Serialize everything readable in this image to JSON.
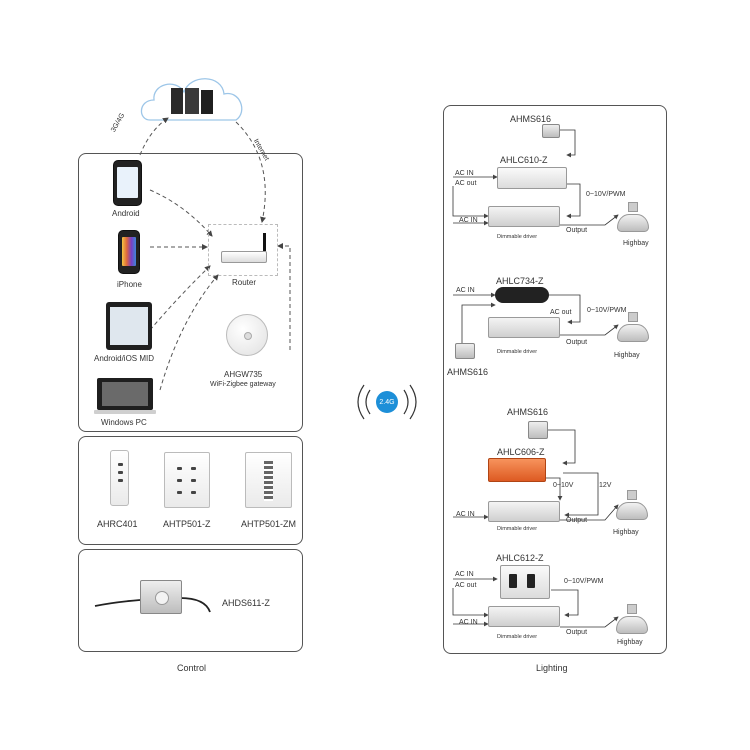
{
  "cloud": {
    "label_3g4g": "3G/4G",
    "label_internet": "Internet"
  },
  "control": {
    "devices": {
      "android": "Android",
      "iphone": "iPhone",
      "android_ios_mid": "Android/iOS MID",
      "windows_pc": "Windows PC",
      "router": "Router",
      "gateway_model": "AHGW735",
      "gateway_desc": "WiFi-Zigbee gateway"
    },
    "remotes": {
      "ahrc401": "AHRC401",
      "ahtp501_z": "AHTP501-Z",
      "ahtp501_zm": "AHTP501-ZM"
    },
    "sensor": {
      "ahds611_z": "AHDS611-Z"
    },
    "footer": "Control"
  },
  "wireless": {
    "badge": "2.4G"
  },
  "lighting": {
    "footer": "Lighting",
    "scenes": [
      {
        "sensor": "AHMS616",
        "controller": "AHLC610-Z",
        "ac_in_top": "AC IN",
        "ac_out": "AC out",
        "ac_in_bottom": "AC IN",
        "signal": "0~10V/PWM",
        "driver": "Dimmable driver",
        "output": "Output",
        "lamp": "Highbay"
      },
      {
        "controller": "AHLC734-Z",
        "ac_in_top": "AC IN",
        "ac_out": "AC out",
        "signal": "0~10V/PWM",
        "driver": "Dimmable driver",
        "output": "Output",
        "lamp": "Highbay",
        "sensor": "AHMS616"
      },
      {
        "sensor": "AHMS616",
        "controller": "AHLC606-Z",
        "signal": "0~10V",
        "supply": "12V",
        "ac_in_bottom": "AC IN",
        "driver": "Dimmable driver",
        "output": "Output",
        "lamp": "Highbay"
      },
      {
        "controller": "AHLC612-Z",
        "ac_in_top": "AC IN",
        "ac_out": "AC out",
        "signal": "0~10V/PWM",
        "ac_in_bottom": "AC IN",
        "driver": "Dimmable driver",
        "output": "Output",
        "lamp": "Highbay"
      }
    ]
  }
}
